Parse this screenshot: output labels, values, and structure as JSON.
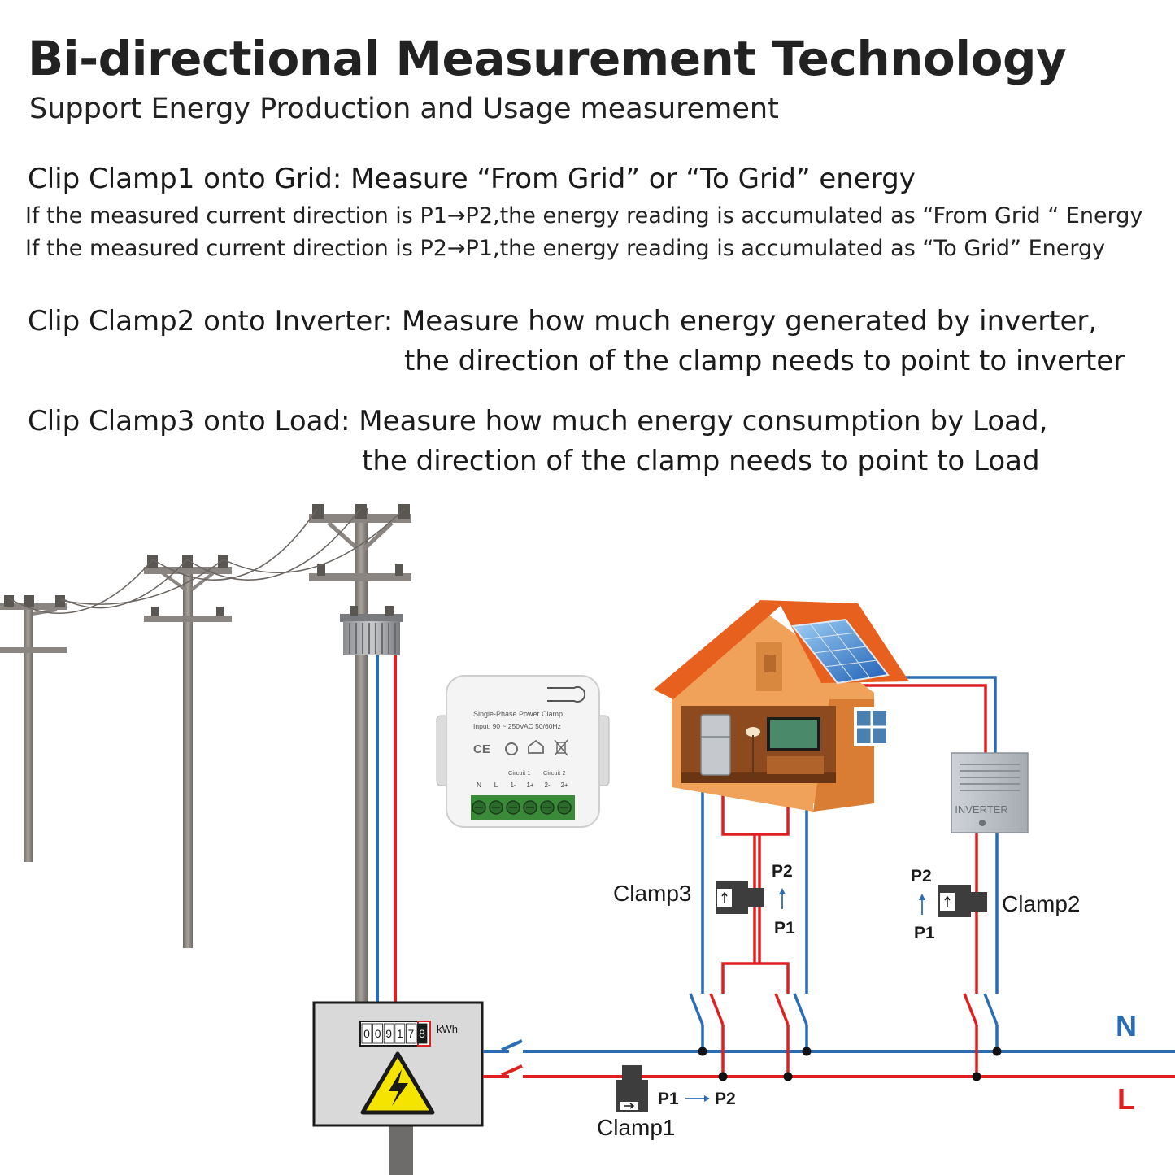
{
  "header": {
    "title": "Bi-directional Measurement Technology",
    "subtitle": "Support Energy Production and Usage measurement"
  },
  "sections": {
    "clamp1": {
      "heading": "Clip Clamp1 onto Grid",
      "description": ": Measure “From Grid” or “To Grid” energy",
      "line1": "If the measured current direction is P1→P2,the energy reading is accumulated as “From Grid “ Energy",
      "line2": "If the measured current direction is P2→P1,the energy reading is accumulated as “To Grid” Energy"
    },
    "clamp2": {
      "heading": "Clip Clamp2 onto Inverter:",
      "description": " Measure how much energy generated by inverter,",
      "continuation": "the direction of the clamp needs to point to inverter"
    },
    "clamp3": {
      "heading": "Clip Clamp3 onto Load",
      "description": ": Measure how much energy consumption by Load,",
      "continuation": "the direction of the clamp needs to point to Load"
    }
  },
  "device": {
    "name": "Single-Phase Power Clamp",
    "input": "Input: 90 ~ 250VAC 50/60Hz",
    "circuit1": "Circuit 1",
    "circuit2": "Circuit 2",
    "terminals": [
      "N",
      "L",
      "1-",
      "1+",
      "2-",
      "2+"
    ]
  },
  "meter": {
    "digits": [
      "0",
      "0",
      "9",
      "1",
      "7",
      "8"
    ],
    "unit": "kWh"
  },
  "inverter": {
    "label": "INVERTER"
  },
  "labels": {
    "clamp1": "Clamp1",
    "clamp2": "Clamp2",
    "clamp3": "Clamp3",
    "p1": "P1",
    "p2": "P2",
    "neutral": "N",
    "live": "L"
  },
  "colors": {
    "neutral": "#2a6db5",
    "live": "#e02020",
    "pole": "#8a8580",
    "roof": "#e8601e",
    "house_wall": "#f0a15a"
  }
}
